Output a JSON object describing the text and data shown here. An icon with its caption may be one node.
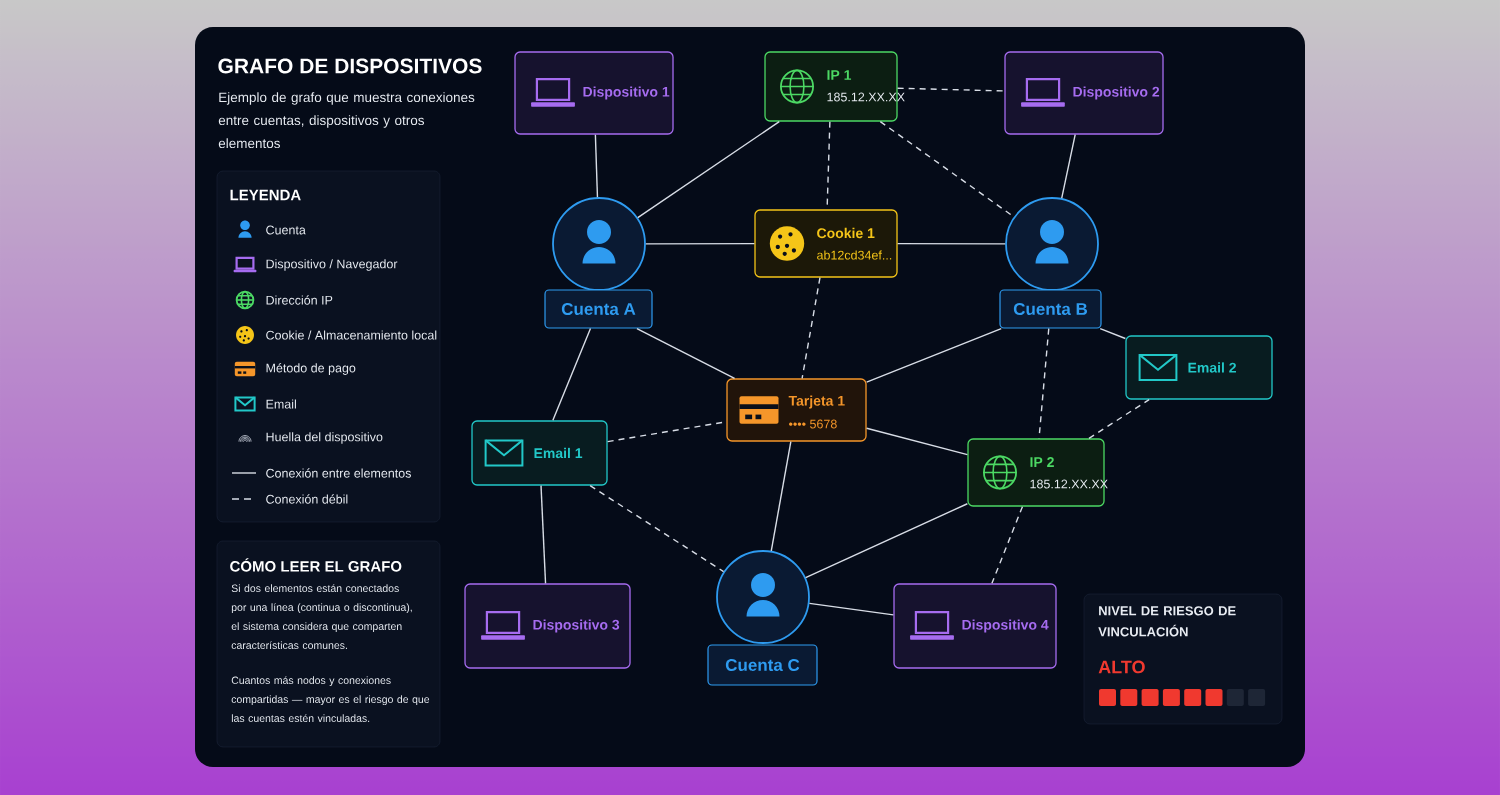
{
  "diagram": {
    "title": "GRAFO DE DISPOSITIVOS",
    "nodes": [
      {
        "text": [
          "Dispositivo 1"
        ]
      },
      {
        "text": [
          "IP 1",
          "185.12.XX.XX"
        ]
      },
      {
        "text": [
          "Dispositivo 2"
        ]
      },
      {
        "text": [
          "Cuenta A"
        ]
      },
      {
        "text": [
          "Cookie 1",
          "ab12cd34ef..."
        ]
      },
      {
        "text": [
          "Cuenta B"
        ]
      },
      {
        "text": [
          "Email 2"
        ]
      },
      {
        "text": [
          "Tarjeta 1",
          "•••• 5678"
        ]
      },
      {
        "text": [
          "Email 1"
        ]
      },
      {
        "text": [
          "IP 2",
          "185.12.XX.XX"
        ]
      },
      {
        "text": [
          "Cuenta C"
        ]
      },
      {
        "text": [
          "Dispositivo 3"
        ]
      },
      {
        "text": [
          "Dispositivo 4"
        ]
      },
      {
        "text": [
          "CÓMO LEER EL GRAFO",
          "Si dos elementos están conectados por una línea (continua o discontinua), el sistema considera que comparten características comunes.",
          "Cuantos más nodos y conexiones compartidas — mayor es el riesgo de que las cuentas estén vinculadas."
        ]
      },
      {
        "text": [
          "NIVEL DE RIESGO DE VINCULACIÓN",
          "ALTO"
        ]
      }
    ],
    "edges": [
      {
        "from": 0,
        "to": 3,
        "arrow": "none"
      },
      {
        "from": 3,
        "to": 1,
        "arrow": "none"
      },
      {
        "from": 1,
        "to": 2,
        "arrow": "none",
        "style": "dashed"
      },
      {
        "from": 1,
        "to": 4,
        "arrow": "none",
        "style": "dashed"
      },
      {
        "from": 1,
        "to": 5,
        "arrow": "none",
        "style": "dashed"
      },
      {
        "from": 2,
        "to": 5,
        "arrow": "none"
      },
      {
        "from": 3,
        "to": 4,
        "arrow": "none"
      },
      {
        "from": 4,
        "to": 5,
        "arrow": "none"
      },
      {
        "from": 3,
        "to": 7,
        "arrow": "none"
      },
      {
        "from": 4,
        "to": 7,
        "arrow": "none",
        "style": "dashed"
      },
      {
        "from": 5,
        "to": 7,
        "arrow": "none"
      },
      {
        "from": 5,
        "to": 6,
        "arrow": "none"
      },
      {
        "from": 5,
        "to": 9,
        "arrow": "none",
        "style": "dashed"
      },
      {
        "from": 3,
        "to": 8,
        "arrow": "none"
      },
      {
        "from": 8,
        "to": 7,
        "arrow": "none",
        "style": "dashed"
      },
      {
        "from": 7,
        "to": 9,
        "arrow": "none"
      },
      {
        "from": 7,
        "to": 10,
        "arrow": "none"
      },
      {
        "from": 8,
        "to": 11,
        "arrow": "none"
      },
      {
        "from": 8,
        "to": 10,
        "arrow": "none",
        "style": "dashed"
      },
      {
        "from": 9,
        "to": 6,
        "arrow": "none",
        "style": "dashed"
      },
      {
        "from": 9,
        "to": 10,
        "arrow": "none"
      },
      {
        "from": 9,
        "to": 12,
        "arrow": "none",
        "style": "dashed"
      },
      {
        "from": 10,
        "to": 12,
        "arrow": "none"
      }
    ],
    "labels": [
      "Ejemplo de grafo que muestra conexiones entre cuentas, dispositivos y otros elementos",
      "LEYENDA"
    ],
    "legend": [
      {
        "text": "Cuenta"
      },
      {
        "text": "Dispositivo / Navegador"
      },
      {
        "text": "Dirección IP"
      },
      {
        "text": "Cookie / Almacenamiento local"
      },
      {
        "text": "Método de pago"
      },
      {
        "text": "Email"
      },
      {
        "text": "Huella del dispositivo"
      },
      {
        "text": "Conexión entre elementos"
      },
      {
        "text": "Conexión débil"
      }
    ]
  }
}
